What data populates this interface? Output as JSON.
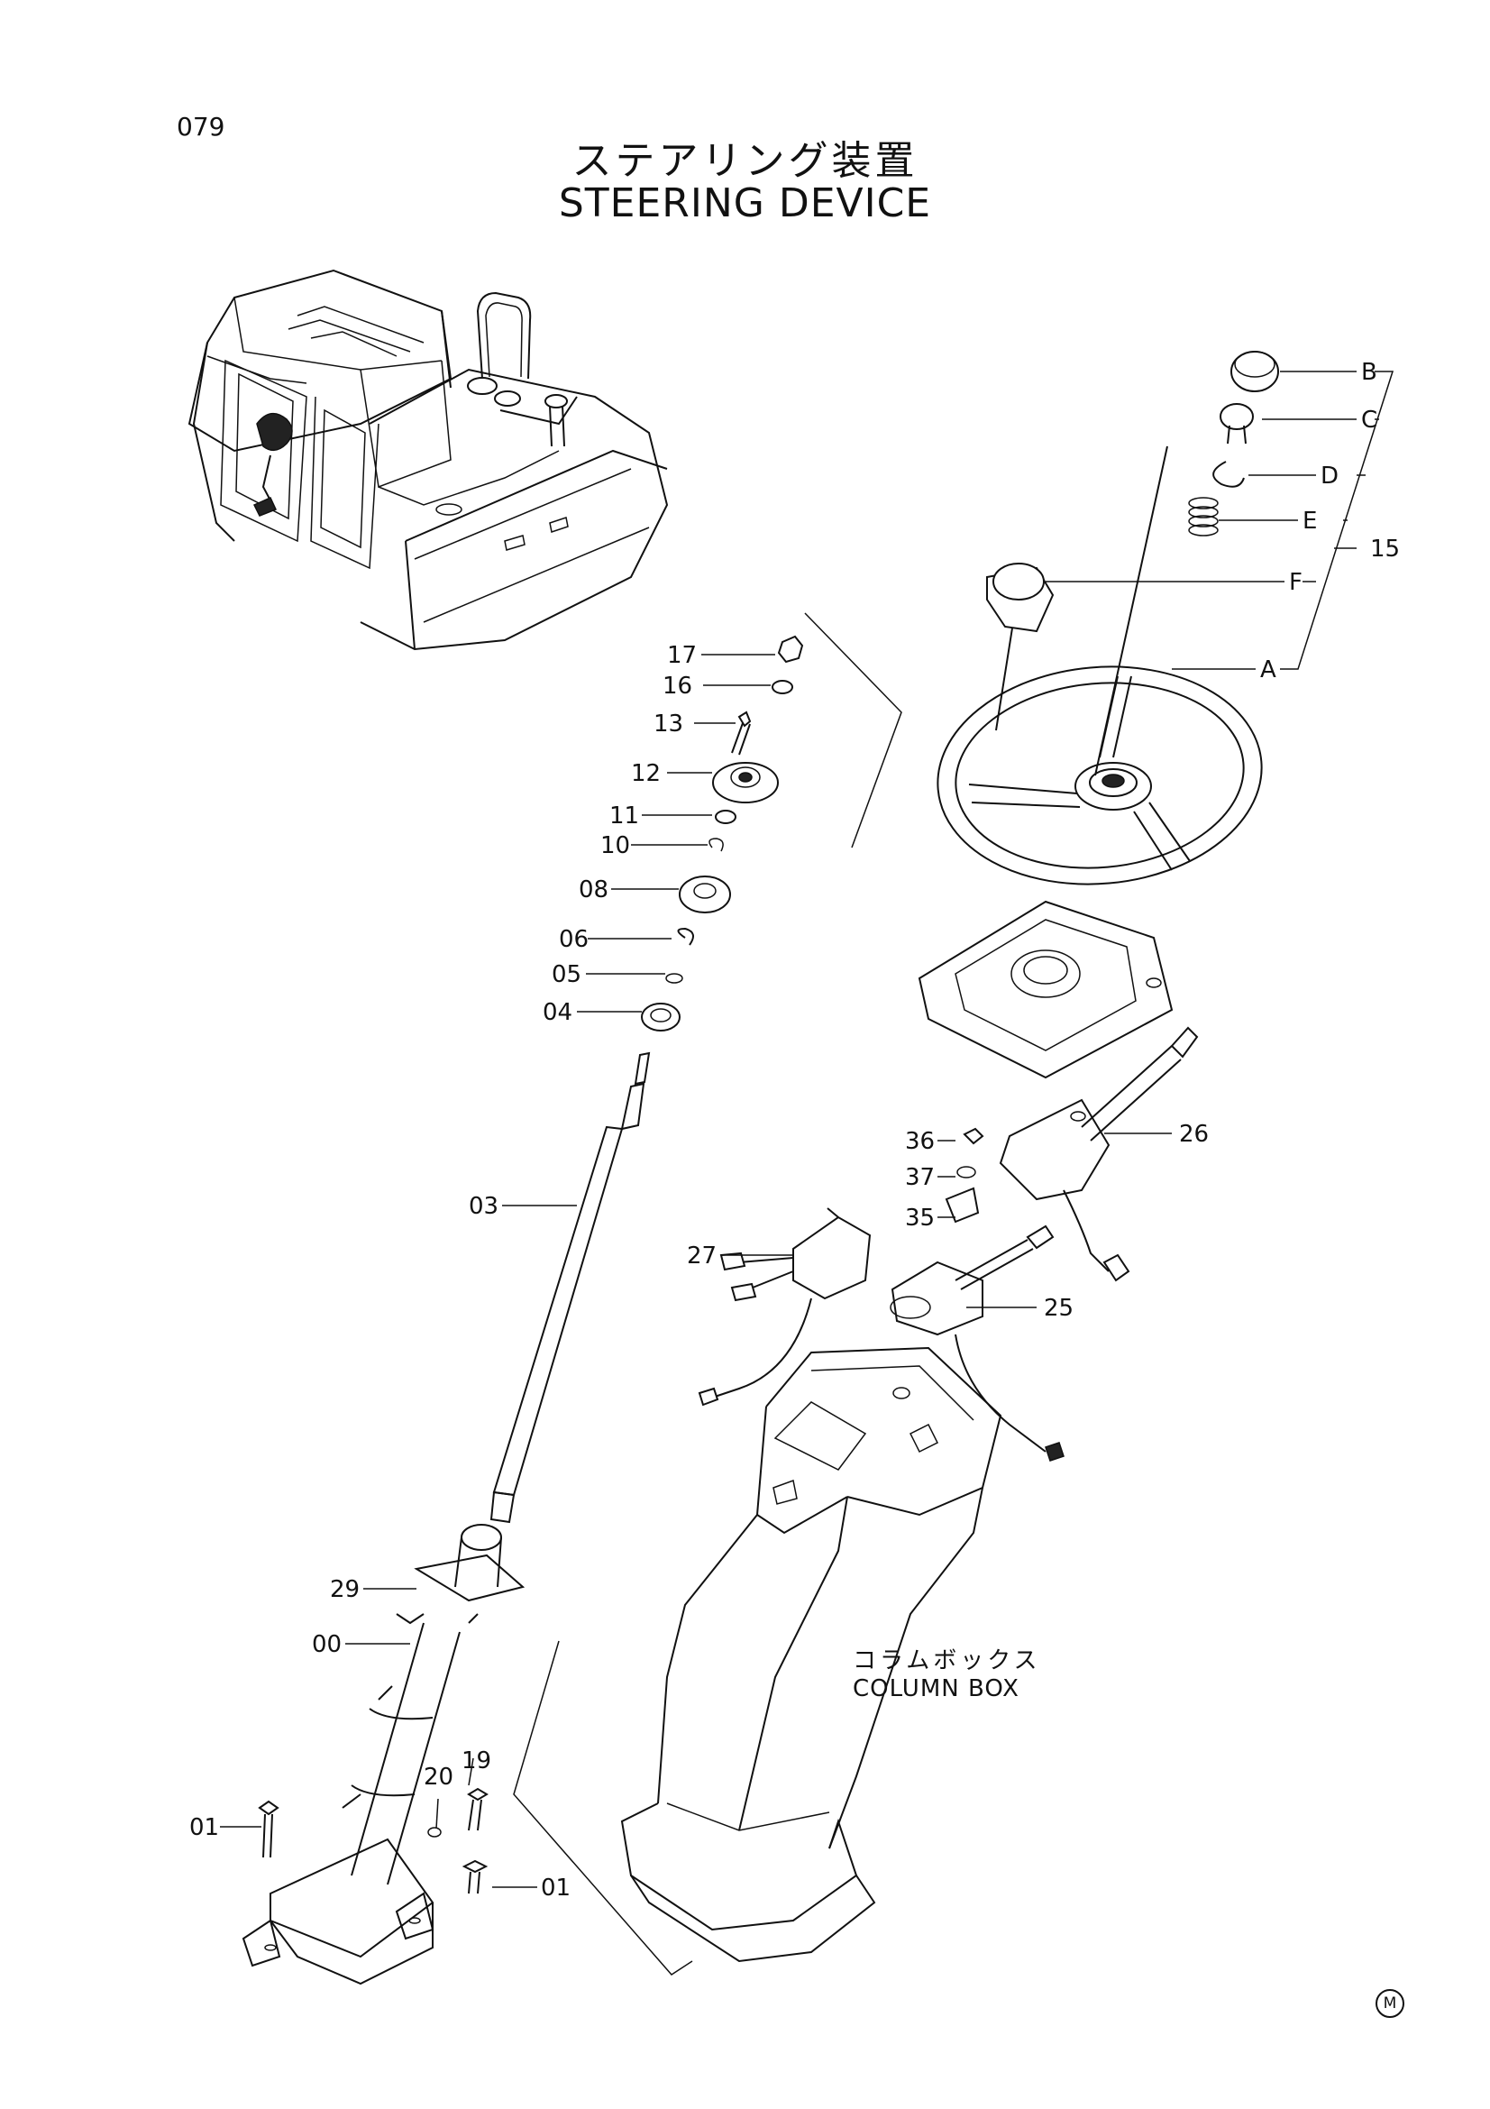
{
  "page": {
    "number": "079",
    "title_ja": "ステアリング装置",
    "title_en": "STEERING DEVICE",
    "mark": "M"
  },
  "column_box": {
    "label_ja": "コラムボックス",
    "label_en": "COLUMN BOX"
  },
  "callouts": {
    "B": "B",
    "C": "C",
    "D": "D",
    "E": "E",
    "F": "F",
    "A": "A",
    "p15": "15",
    "p17": "17",
    "p16": "16",
    "p13": "13",
    "p12": "12",
    "p11": "11",
    "p10": "10",
    "p08": "08",
    "p06": "06",
    "p05": "05",
    "p04": "04",
    "p03": "03",
    "p36": "36",
    "p26": "26",
    "p37": "37",
    "p35": "35",
    "p27": "27",
    "p25": "25",
    "p29": "29",
    "p00": "00",
    "p19": "19",
    "p20": "20",
    "p01a": "01",
    "p01b": "01"
  }
}
